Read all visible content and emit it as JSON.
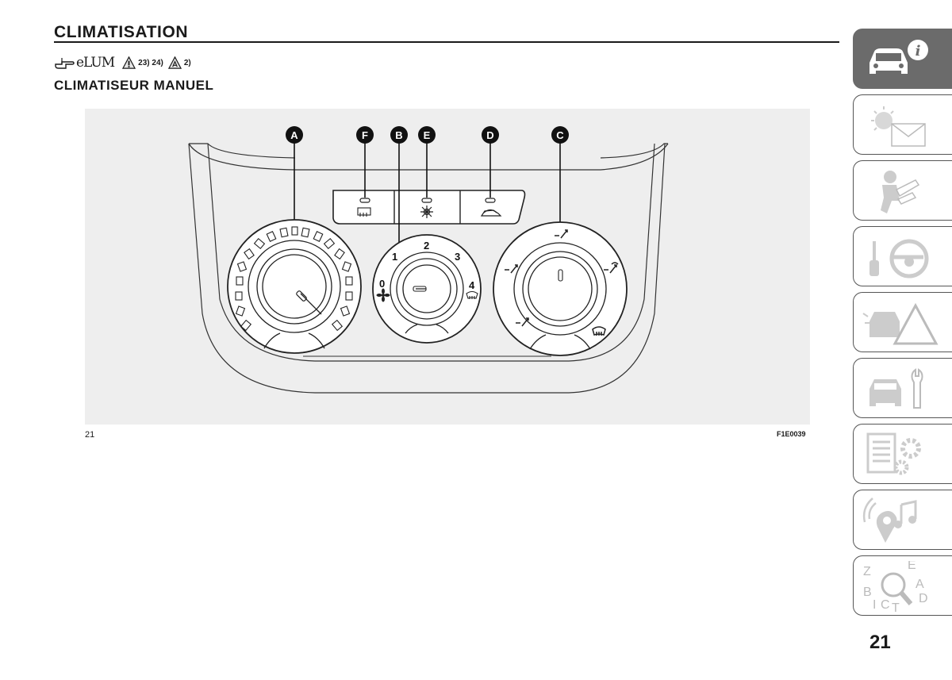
{
  "page": {
    "section_title": "CLIMATISATION",
    "references": {
      "logo_text": "eLUM",
      "warning_refs": "23) 24)",
      "caution_refs": "2)"
    },
    "subtitle": "CLIMATISEUR MANUEL"
  },
  "figure": {
    "number": "21",
    "code": "F1E0039",
    "callouts": [
      "A",
      "F",
      "B",
      "E",
      "D",
      "C"
    ],
    "fan_scale": [
      "0",
      "1",
      "2",
      "3",
      "4"
    ]
  },
  "side_tabs": [
    {
      "icon": "car-info-icon",
      "active": true
    },
    {
      "icon": "warning-light-icon",
      "active": false
    },
    {
      "icon": "safety-icon",
      "active": false
    },
    {
      "icon": "starting-driving-icon",
      "active": false
    },
    {
      "icon": "emergency-icon",
      "active": false
    },
    {
      "icon": "maintenance-icon",
      "active": false
    },
    {
      "icon": "technical-data-icon",
      "active": false
    },
    {
      "icon": "multimedia-icon",
      "active": false
    },
    {
      "icon": "index-icon",
      "active": false
    }
  ],
  "page_number": "21"
}
